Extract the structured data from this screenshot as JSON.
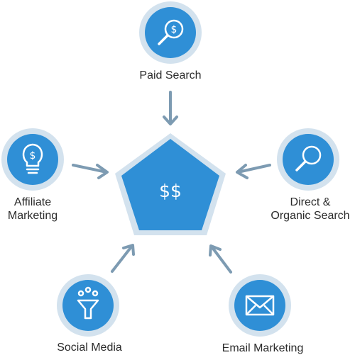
{
  "diagram": {
    "center": {
      "label": "$$"
    },
    "channels": [
      {
        "id": "paid-search",
        "label": [
          "Paid Search"
        ],
        "icon": "magnifier-dollar-icon"
      },
      {
        "id": "direct-organic",
        "label": [
          "Direct &",
          "Organic Search"
        ],
        "icon": "magnifier-icon"
      },
      {
        "id": "email",
        "label": [
          "Email Marketing"
        ],
        "icon": "envelope-icon"
      },
      {
        "id": "social",
        "label": [
          "Social Media"
        ],
        "icon": "funnel-icon"
      },
      {
        "id": "affiliate",
        "label": [
          "Affiliate",
          "Marketing"
        ],
        "icon": "lightbulb-dollar-icon"
      }
    ],
    "colors": {
      "node_fill": "#2f8fd6",
      "node_ring": "#d3e2ee",
      "pentagon_fill": "#2f8fd6",
      "pentagon_border": "#d3e2ee",
      "arrow": "#7d9bb2",
      "icon": "#ffffff",
      "text": "#2b2b2b"
    }
  }
}
